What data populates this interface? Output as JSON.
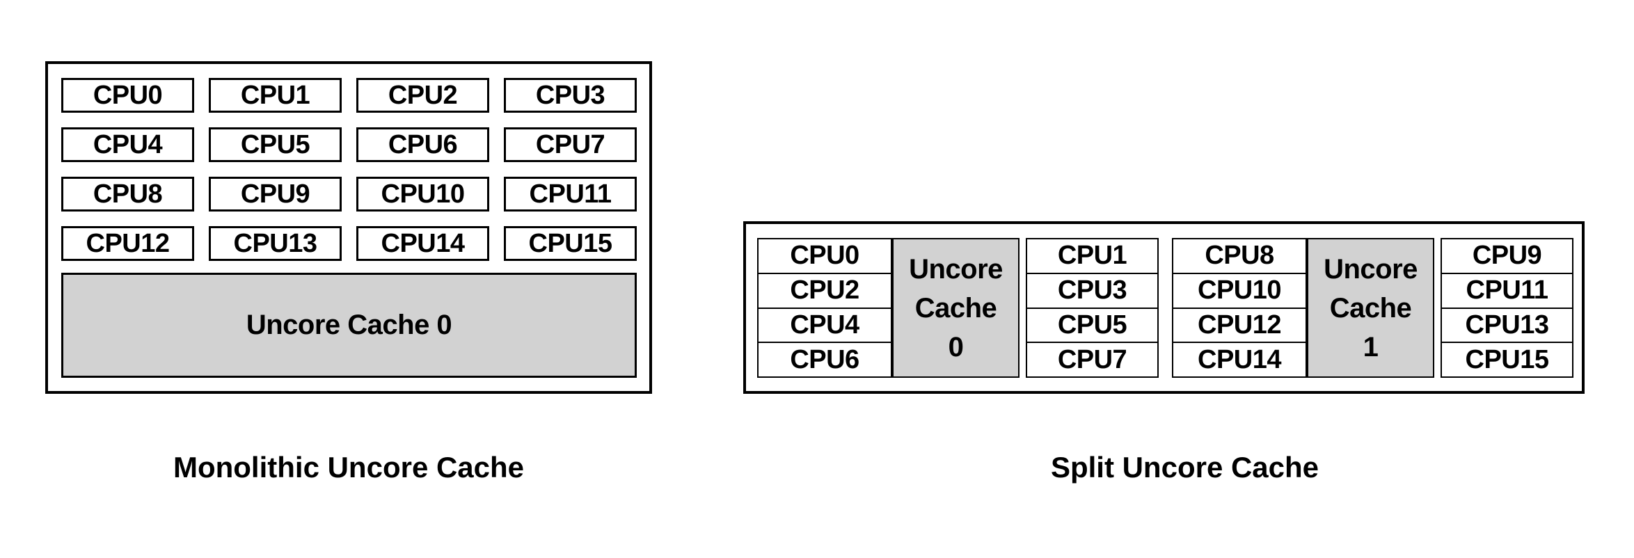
{
  "colors": {
    "background": "#ffffff",
    "cache_fill": "#d2d2d2",
    "border": "#000000",
    "text": "#000000"
  },
  "monolithic": {
    "caption": "Monolithic Uncore Cache",
    "cpus": [
      "CPU0",
      "CPU1",
      "CPU2",
      "CPU3",
      "CPU4",
      "CPU5",
      "CPU6",
      "CPU7",
      "CPU8",
      "CPU9",
      "CPU10",
      "CPU11",
      "CPU12",
      "CPU13",
      "CPU14",
      "CPU15"
    ],
    "cache_label": "Uncore Cache 0"
  },
  "split": {
    "caption": "Split Uncore Cache",
    "clusters": [
      {
        "left_cpus": [
          "CPU0",
          "CPU2",
          "CPU4",
          "CPU6"
        ],
        "cache_lines": [
          "Uncore",
          "Cache",
          "0"
        ],
        "right_cpus": [
          "CPU1",
          "CPU3",
          "CPU5",
          "CPU7"
        ]
      },
      {
        "left_cpus": [
          "CPU8",
          "CPU10",
          "CPU12",
          "CPU14"
        ],
        "cache_lines": [
          "Uncore",
          "Cache",
          "1"
        ],
        "right_cpus": [
          "CPU9",
          "CPU11",
          "CPU13",
          "CPU15"
        ]
      }
    ]
  }
}
